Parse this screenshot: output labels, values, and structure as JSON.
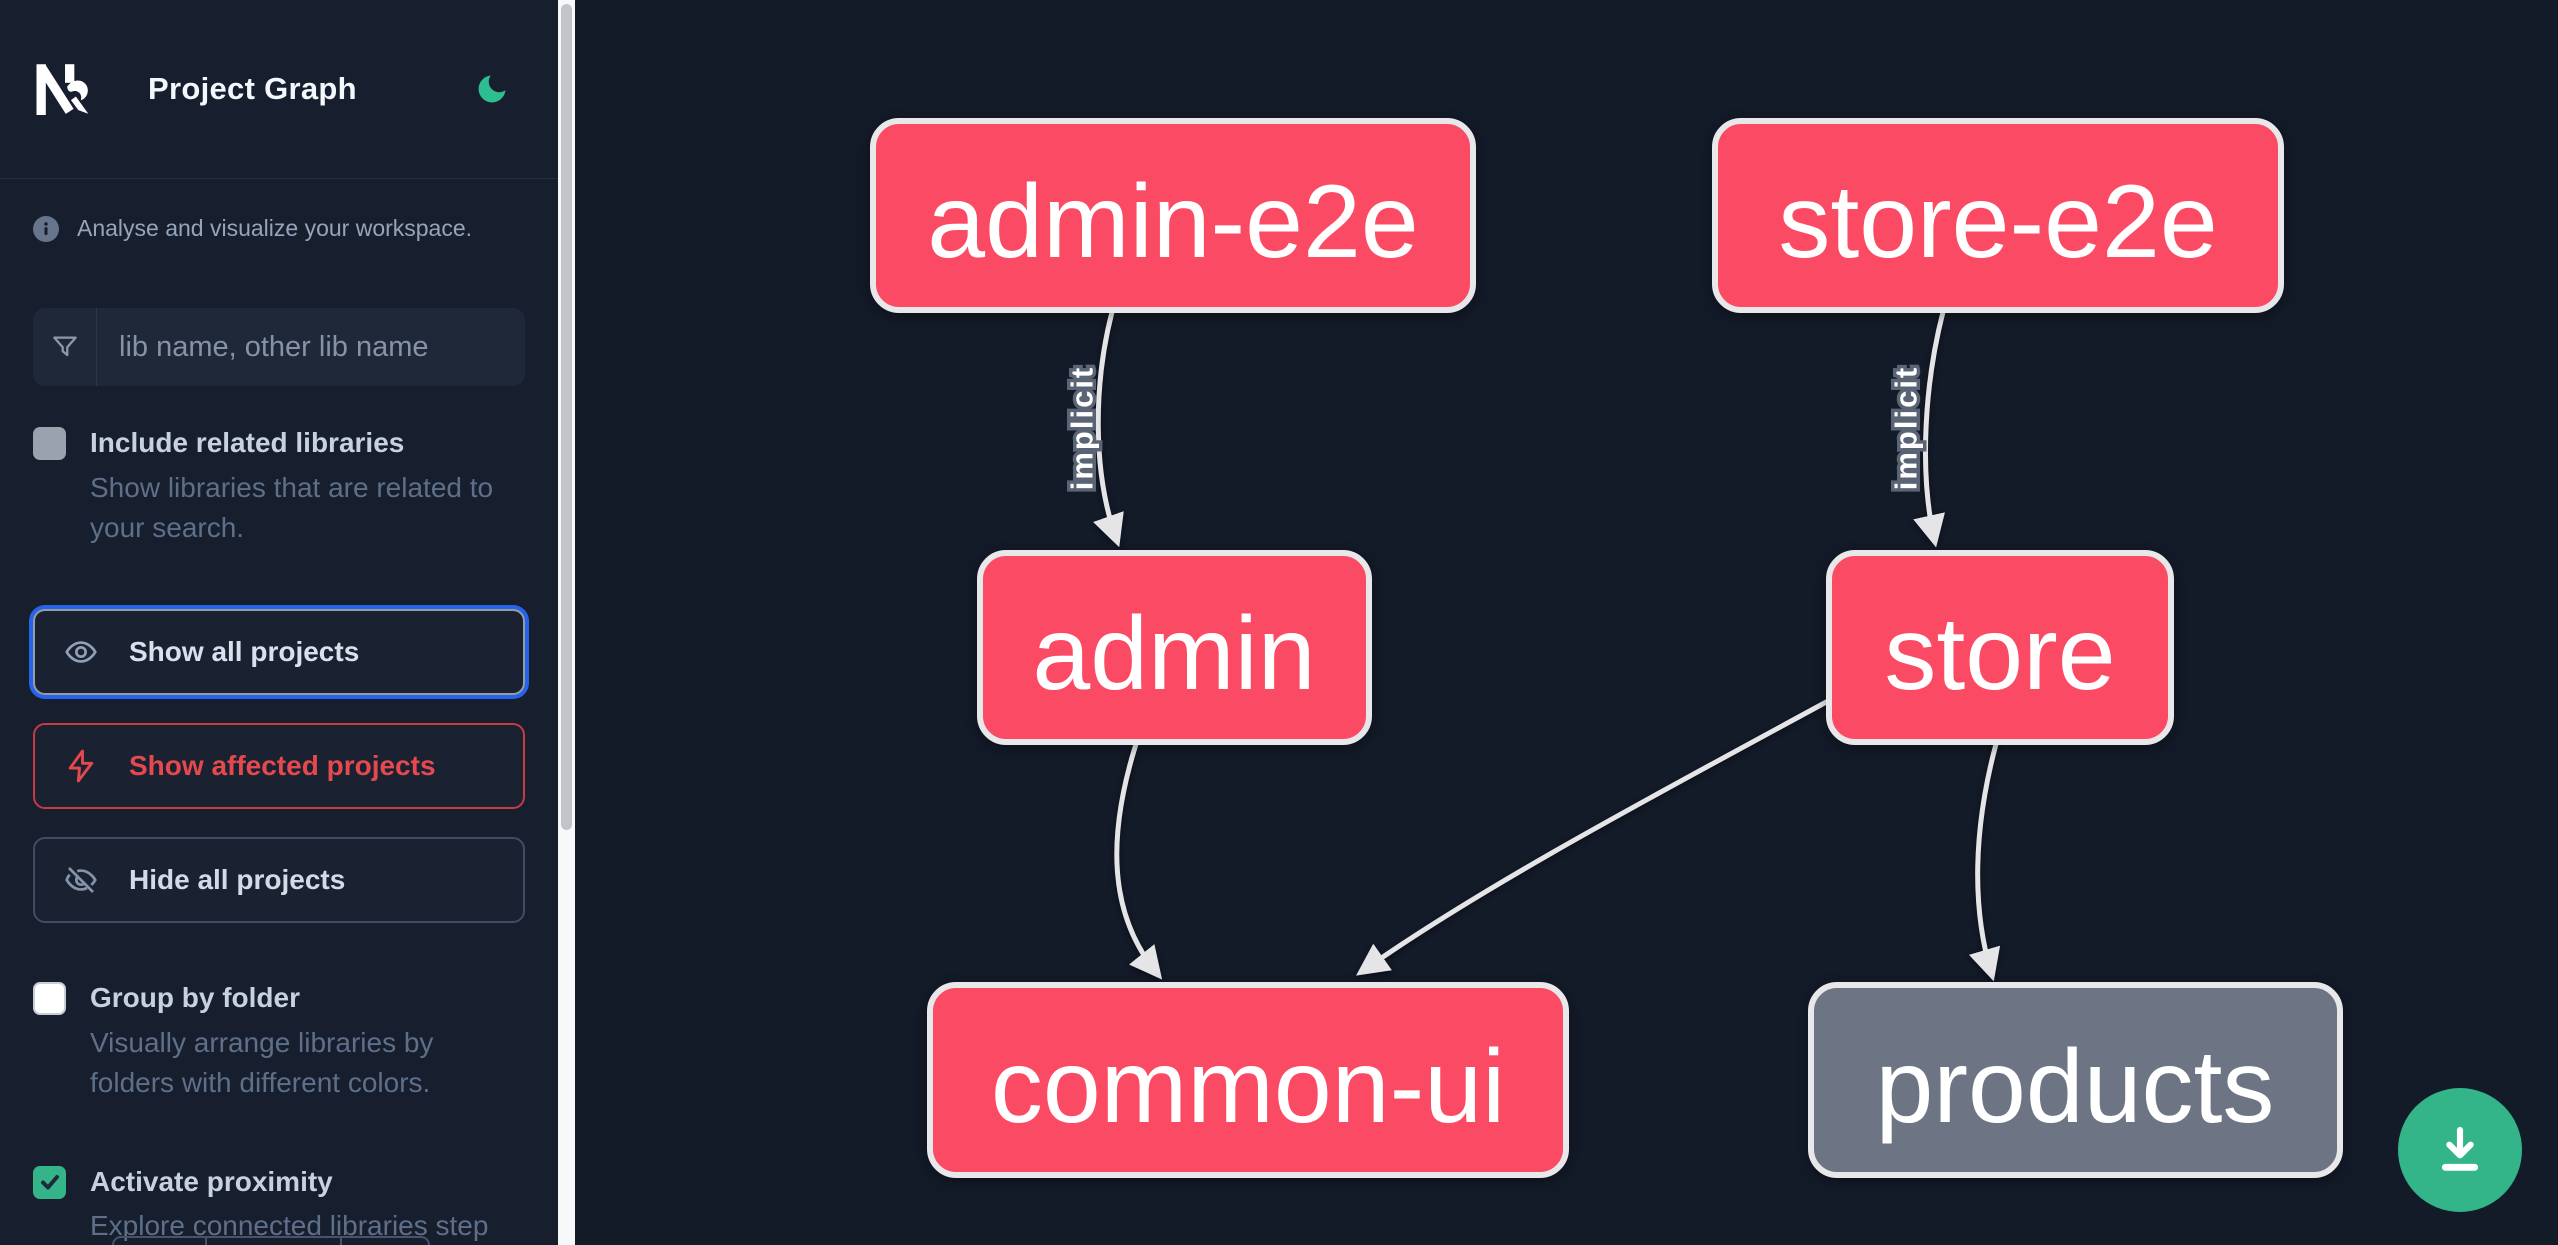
{
  "app": {
    "title": "Project Graph",
    "theme_icon": "moon"
  },
  "sidebar": {
    "info_text": "Analyse and visualize your workspace.",
    "search": {
      "placeholder": "lib name, other lib name",
      "value": ""
    },
    "include_related": {
      "label": "Include related libraries",
      "description": "Show libraries that are related to your search.",
      "checked": false,
      "disabled": true
    },
    "actions": {
      "show_all": {
        "label": "Show all projects",
        "focused": true
      },
      "show_affected": {
        "label": "Show affected projects"
      },
      "hide_all": {
        "label": "Hide all projects"
      }
    },
    "group_by_folder": {
      "label": "Group by folder",
      "description": "Visually arrange libraries by folders with different colors.",
      "checked": false
    },
    "activate_proximity": {
      "label": "Activate proximity",
      "description": "Explore connected libraries step by step.",
      "checked": true
    }
  },
  "graph": {
    "nodes": [
      {
        "id": "admin-e2e",
        "label": "admin-e2e",
        "type": "affected"
      },
      {
        "id": "store-e2e",
        "label": "store-e2e",
        "type": "affected"
      },
      {
        "id": "admin",
        "label": "admin",
        "type": "affected"
      },
      {
        "id": "store",
        "label": "store",
        "type": "affected"
      },
      {
        "id": "common-ui",
        "label": "common-ui",
        "type": "affected"
      },
      {
        "id": "products",
        "label": "products",
        "type": "neutral"
      }
    ],
    "edges": [
      {
        "from": "admin-e2e",
        "to": "admin",
        "label": "implicit"
      },
      {
        "from": "store-e2e",
        "to": "store",
        "label": "implicit"
      },
      {
        "from": "admin",
        "to": "common-ui",
        "label": ""
      },
      {
        "from": "store",
        "to": "common-ui",
        "label": ""
      },
      {
        "from": "store",
        "to": "products",
        "label": ""
      }
    ]
  },
  "fab": {
    "icon": "download"
  },
  "colors": {
    "affected_node": "#fb4b64",
    "neutral_node": "#6d7585",
    "node_border": "#e8e8ea",
    "edge": "#e5e5e8",
    "accent_green": "#34b489",
    "focus_blue": "#2563eb",
    "alert_red": "#e5484d",
    "canvas_bg": "#131a28",
    "sidebar_bg": "#171e2e"
  }
}
